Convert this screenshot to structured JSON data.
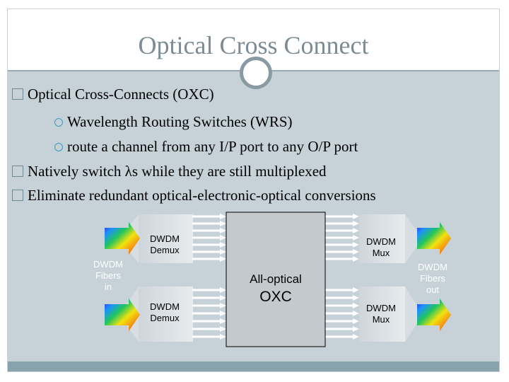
{
  "slide": {
    "title": "Optical Cross Connect",
    "bullets": [
      {
        "text": "Optical Cross-Connects (OXC)",
        "level": 1
      },
      {
        "text": "Wavelength Routing Switches (WRS)",
        "level": 2
      },
      {
        "text": "route a channel from any I/P port to any O/P port",
        "level": 2
      },
      {
        "text": "Natively switch λs while they are still multiplexed",
        "level": 1
      },
      {
        "text": "Eliminate redundant optical-electronic-optical conversions",
        "level": 1
      }
    ]
  },
  "diagram": {
    "demux_top": [
      "DWDM",
      "Demux"
    ],
    "demux_bottom": [
      "DWDM",
      "Demux"
    ],
    "mux_top": [
      "DWDM",
      "Mux"
    ],
    "mux_bottom": [
      "DWDM",
      "Mux"
    ],
    "fibers_in": [
      "DWDM",
      "Fibers",
      "in"
    ],
    "fibers_out": [
      "DWDM",
      "Fibers",
      "out"
    ],
    "oxc_line1": "All-optical",
    "oxc_line2": "OXC"
  },
  "colors": {
    "background": "#c6d1d8",
    "title": "#7d8b94",
    "footer": "#87a4ae",
    "label_text": "#ffffff",
    "label_dark": "#000000"
  }
}
